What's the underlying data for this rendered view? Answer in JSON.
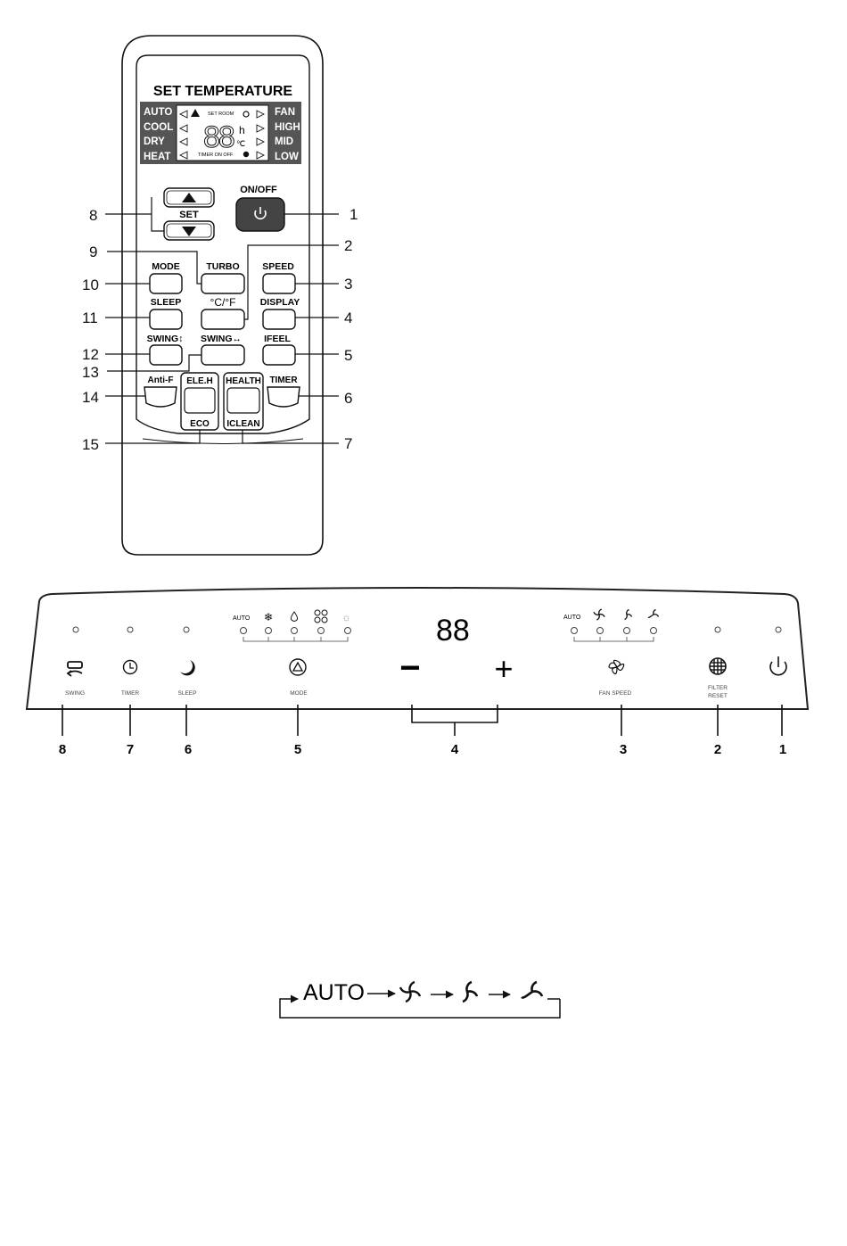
{
  "remote": {
    "title": "SET TEMPERATURE",
    "modes_left": [
      "AUTO",
      "COOL",
      "DRY",
      "HEAT"
    ],
    "fans_right": [
      "FAN",
      "HIGH",
      "MID",
      "LOW"
    ],
    "lcd_top": "SET  ROOM",
    "lcd_bottom": "TIMER ON OFF",
    "lcd_digits": "88",
    "lcd_h": "h",
    "lcd_unit": "℃",
    "set_label": "SET",
    "onoff_label": "ON/OFF",
    "buttons": {
      "mode": "MODE",
      "turbo": "TURBO",
      "speed": "SPEED",
      "sleep": "SLEEP",
      "celsius": "°C/°F",
      "display": "DISPLAY",
      "swing_v": "SWING↕",
      "swing_h": "SWING↔",
      "ifeel": "IFEEL",
      "antif": "Anti-F",
      "eleh": "ELE.H",
      "eco": "ECO",
      "health": "HEALTH",
      "iclean": "ICLEAN",
      "timer": "TIMER"
    },
    "callouts": [
      "1",
      "2",
      "3",
      "4",
      "5",
      "6",
      "7",
      "8",
      "9",
      "10",
      "11",
      "12",
      "13",
      "14",
      "15"
    ]
  },
  "panel": {
    "digits": "88",
    "mode_auto": "AUTO",
    "fan_auto": "AUTO",
    "labels": {
      "swing": "SWING",
      "timer": "TIMER",
      "sleep": "SLEEP",
      "mode": "MODE",
      "fan_speed": "FAN SPEED",
      "filter": "FILTER",
      "reset": "RESET"
    },
    "minus": "−",
    "plus": "+",
    "callouts": [
      "8",
      "7",
      "6",
      "5",
      "4",
      "3",
      "2",
      "1"
    ]
  },
  "sequence": {
    "auto": "AUTO"
  },
  "colors": {
    "line": "#111111",
    "lcd_panel": "#555555",
    "power_button": "#444444",
    "panel_stroke": "#222222"
  }
}
